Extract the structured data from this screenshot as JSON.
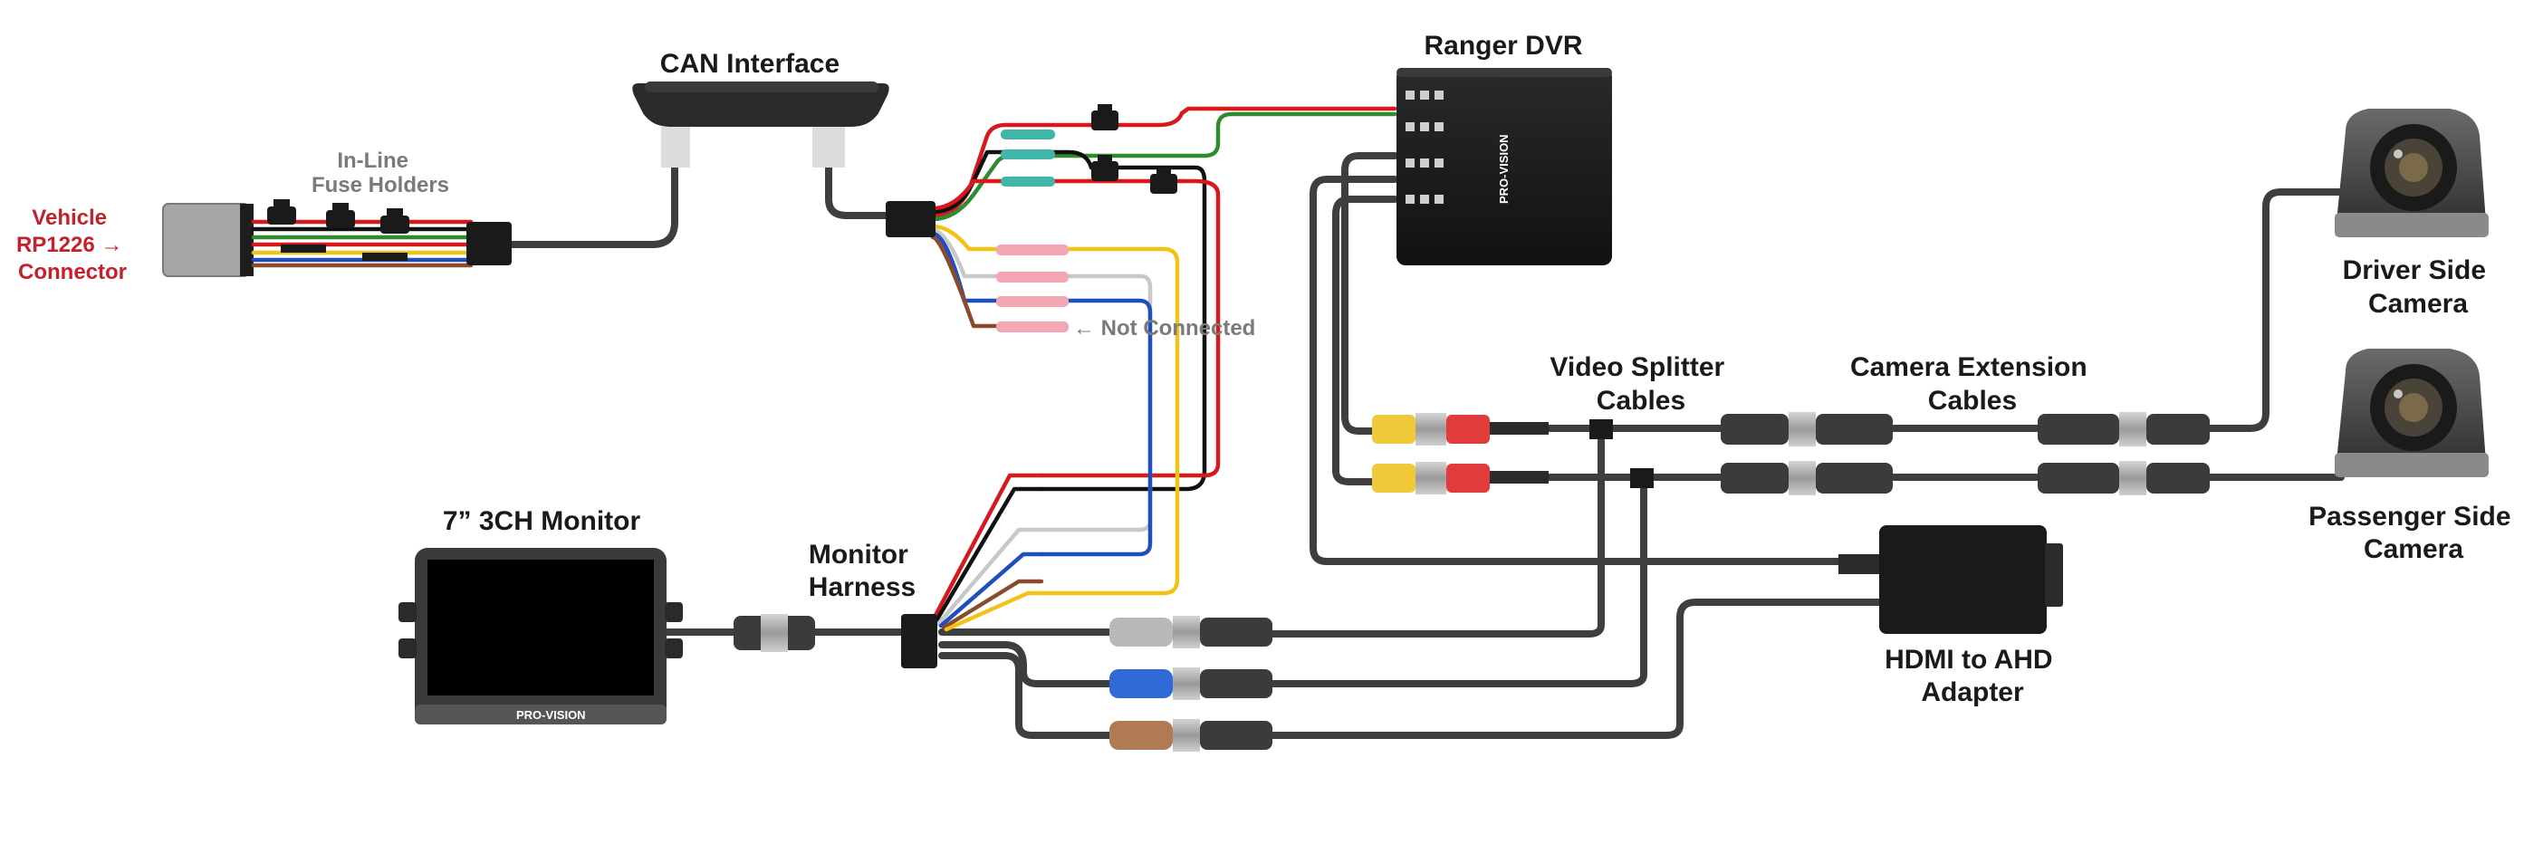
{
  "labels": {
    "vehicle_connector": [
      "Vehicle",
      "RP1226 →",
      "Connector"
    ],
    "fuse_holders": [
      "In-Line",
      "Fuse Holders"
    ],
    "can_interface": "CAN Interface",
    "ranger_dvr": "Ranger DVR",
    "not_connected": "← Not Connected",
    "driver_camera": [
      "Driver Side",
      "Camera"
    ],
    "passenger_camera": [
      "Passenger Side",
      "Camera"
    ],
    "video_splitter": [
      "Video Splitter",
      "Cables"
    ],
    "camera_extension": [
      "Camera Extension",
      "Cables"
    ],
    "monitor": "7” 3CH Monitor",
    "monitor_harness": [
      "Monitor",
      "Harness"
    ],
    "hdmi_adapter": [
      "HDMI to AHD",
      "Adapter"
    ]
  },
  "branding": {
    "dvr_logo": "PRO-VISION",
    "monitor_logo": "PRO-VISION"
  },
  "colors": {
    "cable": "#3e3e3e",
    "red_label": "#c8202a",
    "gray_label": "#7a7a7a",
    "wire_red": "#d7191e",
    "wire_black": "#111111",
    "wire_green": "#2e8b2e",
    "wire_yellow": "#f2c218",
    "wire_blue": "#1f4fbf",
    "wire_white": "#c8c8c8",
    "wire_brown": "#8b4a2b",
    "rca_yellow": "#f0c93a",
    "rca_red": "#e23b3b",
    "conn_gray": "#b8b8b8",
    "conn_blue": "#2f6ad8",
    "conn_brown": "#b07a55"
  },
  "icons": [
    "camera-icon",
    "dvr-box-icon",
    "monitor-icon",
    "fuse-holder-icon",
    "connector-icon"
  ]
}
